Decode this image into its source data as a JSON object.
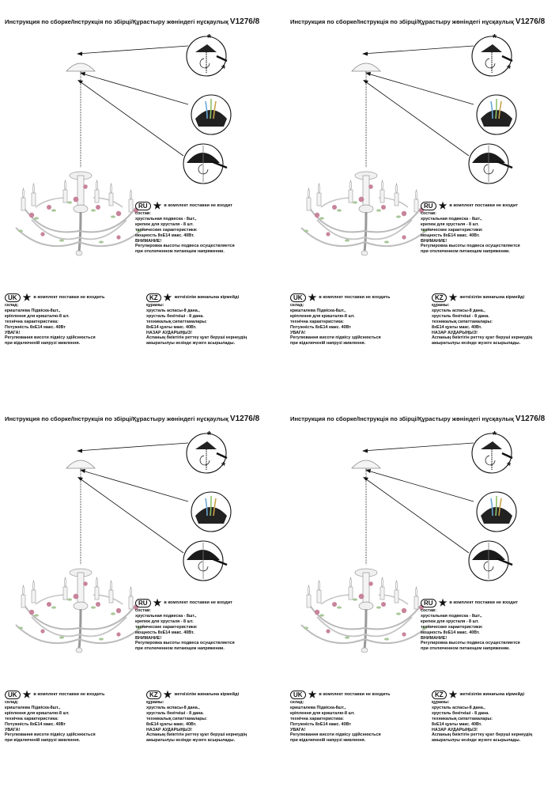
{
  "title_text": "Инструкция по сборке/Інструкція по збірці/Құрастыру жөніндегі нұсқаулық",
  "model": "V1276/8",
  "star_symbol": "★",
  "detail_star": "*",
  "ru": {
    "lang": "RU",
    "note": "в комплект поставки не входит",
    "lines": [
      "состав:",
      "хрустальная подвеска - 8шт.,",
      "крепеж для хрусталя - 8 шт.",
      "технические характеристики:",
      "мощность 8хЕ14 макс. 40Вт.",
      "ВНИМАНИЕ!",
      "Регулировка высоты подвеса осуществляется",
      "при отключенном питающем напряжении."
    ]
  },
  "uk": {
    "lang": "UK",
    "note": "в комплект поставки не входить",
    "lines": [
      "склад:",
      "кришталева Підвіска-8шт.,",
      "кріплення для кришталю-8 шт.",
      "технічна характеристика:",
      "Потужність 8хЕ14 макс. 40Вт",
      "УВАГА!",
      "Регулювання висоти підвісу здійснюється",
      "при відключеній напрузі живлення."
    ]
  },
  "kz": {
    "lang": "KZ",
    "note": "жеткізілім жинағына кірмейді",
    "lines": [
      "құрамы:",
      "хрусталь аспасы-8 дана.,",
      "хрусталь бекіткіші - 8 дана.",
      "техникалық сипаттамалары:",
      "8хЕ14 қуаты макс. 40Вт.",
      "НАЗАР АУДАРЫҢЫЗ!",
      "Аспаның биіктігін реттеу қуат беруші кернеудің",
      "ажыратылуы кезінде жүзеге асырылады."
    ]
  },
  "colors": {
    "ink": "#111111",
    "rose": "#c7849a",
    "leaf": "#a9c79a",
    "shade": "#1a1a1a"
  }
}
